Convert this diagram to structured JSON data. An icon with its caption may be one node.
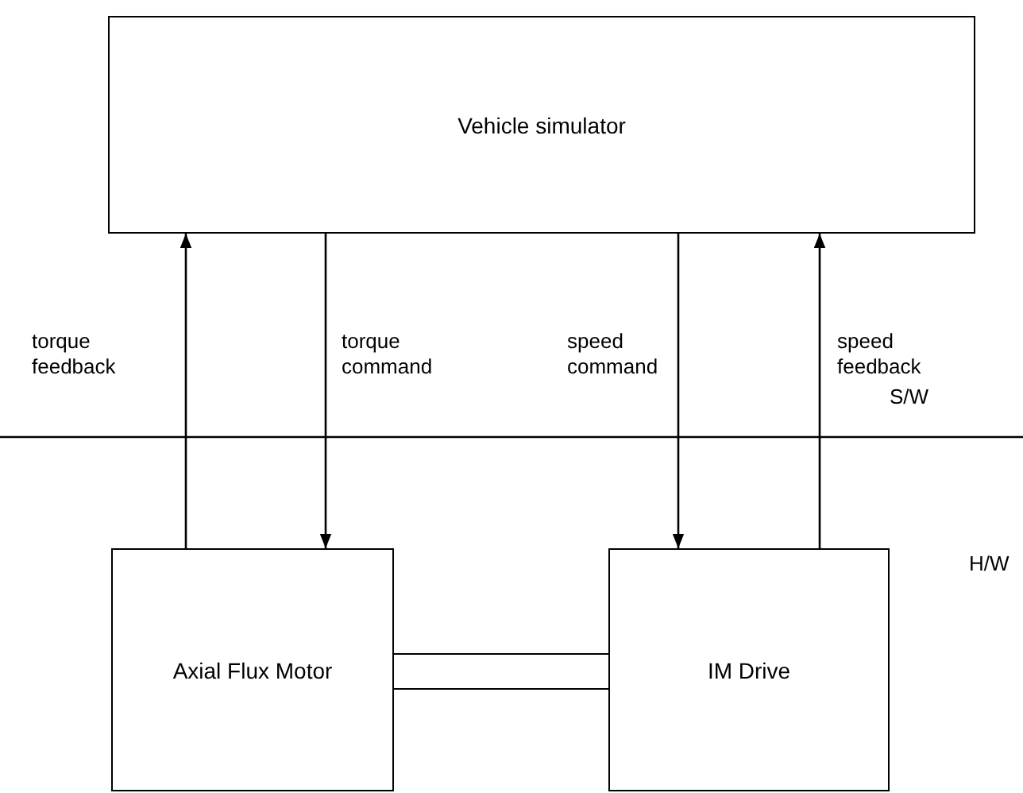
{
  "diagram": {
    "nodes": [
      {
        "text": [
          "Vehicle simulator"
        ]
      },
      {
        "text": [
          "Axial Flux Motor"
        ]
      },
      {
        "text": [
          "IM Drive"
        ]
      },
      {
        "text": [],
        "shape": "bar"
      }
    ],
    "edges": [
      {
        "from": 1,
        "to": 0,
        "arrow": "to",
        "label": "torque feedback"
      },
      {
        "from": 0,
        "to": 1,
        "arrow": "to",
        "label": "torque command"
      },
      {
        "from": 0,
        "to": 2,
        "arrow": "to",
        "label": "speed command"
      },
      {
        "from": 2,
        "to": 0,
        "arrow": "to",
        "label": "speed feedback"
      }
    ],
    "labels": [
      "S/W",
      "H/W"
    ]
  }
}
